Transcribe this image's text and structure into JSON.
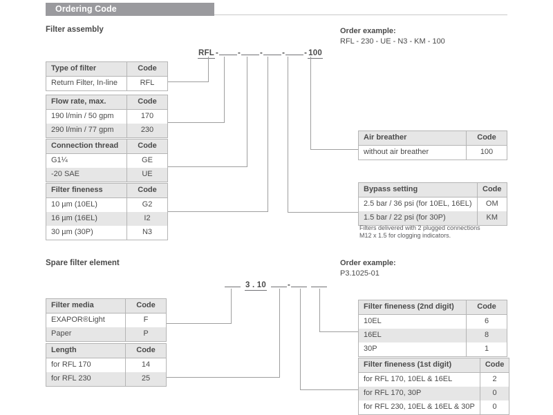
{
  "header": {
    "title": "Ordering Code"
  },
  "sections": {
    "filter_assembly": {
      "caption": "Filter assembly",
      "code_line": {
        "prefix": "RFL",
        "suffix": "100",
        "separator": "-",
        "blanks": 4
      },
      "order_example": {
        "label": "Order example:",
        "value": "RFL - 230 - UE - N3 - KM - 100"
      },
      "tables": [
        {
          "name": "type-of-filter",
          "header": [
            "Type of filter",
            "Code"
          ],
          "rows": [
            [
              "Return Filter, In-line",
              "RFL"
            ]
          ]
        },
        {
          "name": "flow-rate",
          "header": [
            "Flow rate, max.",
            "Code"
          ],
          "rows": [
            [
              "190 l/min / 50 gpm",
              "170"
            ],
            [
              "290 l/min / 77 gpm",
              "230"
            ]
          ]
        },
        {
          "name": "connection-thread",
          "header": [
            "Connection thread",
            "Code"
          ],
          "rows": [
            [
              "G1¼",
              "GE"
            ],
            [
              "-20 SAE",
              "UE"
            ]
          ]
        },
        {
          "name": "filter-fineness",
          "header": [
            "Filter fineness",
            "Code"
          ],
          "rows": [
            [
              "10 µm (10EL)",
              "G2"
            ],
            [
              "16 µm (16EL)",
              "I2"
            ],
            [
              "30 µm (30P)",
              "N3"
            ]
          ]
        },
        {
          "name": "air-breather",
          "header": [
            "Air breather",
            "Code"
          ],
          "rows": [
            [
              "without air breather",
              "100"
            ]
          ]
        },
        {
          "name": "bypass-setting",
          "header": [
            "Bypass setting",
            "Code"
          ],
          "rows": [
            [
              "2.5 bar / 36 psi (for 10EL, 16EL)",
              "OM"
            ],
            [
              "1.5 bar / 22 psi (for 30P)",
              "KM"
            ]
          ]
        }
      ],
      "footnote": {
        "line1": "Filters delivered with 2 plugged connections",
        "line2": "M12 x 1.5 for clogging indicators."
      }
    },
    "spare_filter_element": {
      "caption": "Spare filter element",
      "code_line": {
        "middle": "3 . 10",
        "separator": "-"
      },
      "order_example": {
        "label": "Order example:",
        "value": "P3.1025-01"
      },
      "tables": [
        {
          "name": "filter-media",
          "header": [
            "Filter media",
            "Code"
          ],
          "rows": [
            [
              "EXAPOR®Light",
              "F"
            ],
            [
              "Paper",
              "P"
            ]
          ]
        },
        {
          "name": "length",
          "header": [
            "Length",
            "Code"
          ],
          "rows": [
            [
              "for RFL 170",
              "14"
            ],
            [
              "for RFL 230",
              "25"
            ]
          ]
        },
        {
          "name": "filter-fineness-2nd-digit",
          "header": [
            "Filter fineness (2nd digit)",
            "Code"
          ],
          "rows": [
            [
              "10EL",
              "6"
            ],
            [
              "16EL",
              "8"
            ],
            [
              "30P",
              "1"
            ]
          ]
        },
        {
          "name": "filter-fineness-1st-digit",
          "header": [
            "Filter fineness (1st digit)",
            "Code"
          ],
          "rows": [
            [
              "for RFL 170, 10EL & 16EL",
              "2"
            ],
            [
              "for RFL 170, 30P",
              "0"
            ],
            [
              "for RFL 230, 10EL & 16EL & 30P",
              "0"
            ]
          ]
        }
      ]
    }
  },
  "colors": {
    "title_bar": "#9a9a9e",
    "table_header": "#e6e6e6",
    "border": "#b4b4b4",
    "connector": "#9d9d9d",
    "text": "#4a4a4a"
  }
}
